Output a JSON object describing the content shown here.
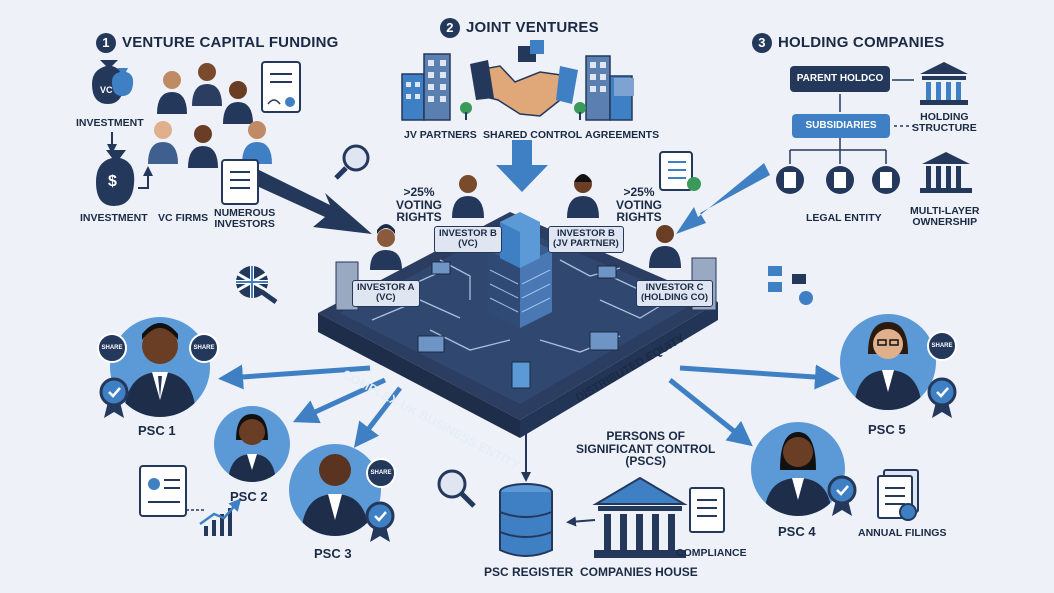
{
  "sections": {
    "vc": {
      "number": "1",
      "title": "VENTURE CAPITAL FUNDING"
    },
    "jv": {
      "number": "2",
      "title": "JOINT VENTURES"
    },
    "hc": {
      "number": "3",
      "title": "HOLDING COMPANIES"
    }
  },
  "vc_labels": {
    "investment_top": "INVESTMENT",
    "investment_bottom": "INVESTMENT",
    "vc_firms": "VC FIRMS",
    "numerous_investors": "NUMEROUS\nINVESTORS",
    "bag_text": "VC",
    "dollar": "$"
  },
  "jv_labels": {
    "partners": "JV PARTNERS",
    "shared_control": "SHARED CONTROL",
    "agreements": "AGREEMENTS"
  },
  "hc_labels": {
    "parent": "PARENT HOLDCO",
    "subsidiaries": "SUBSIDIARIES",
    "holding_structure": "HOLDING\nSTRUCTURE",
    "legal_entity": "LEGAL ENTITY",
    "multi_layer": "MULTI-LAYER\nOWNERSHIP"
  },
  "platform": {
    "entity_label": "COMPLEX UK BUSINESS ENTITY",
    "equity_label": "DISTRIBUTED EQUITY",
    "voting_left": ">25%\nVOTING\nRIGHTS",
    "voting_right": ">25%\nVOTING\nRIGHTS",
    "investor_a": "INVESTOR A\n(VC)",
    "investor_b_vc": "INVESTOR B\n(VC)",
    "investor_b_jv": "INVESTOR B\n(JV PARTNER)",
    "investor_c": "INVESTOR C\n(HOLDING CO)"
  },
  "psc": {
    "psc1": "PSC 1",
    "psc2": "PSC 2",
    "psc3": "PSC 3",
    "psc4": "PSC 4",
    "psc5": "PSC 5",
    "share": "SHARE",
    "persons_label": "PERSONS OF\nSIGNIFICANT CONTROL\n(PSCs)"
  },
  "bottom": {
    "psc_register": "PSC REGISTER",
    "companies_house": "COMPANIES HOUSE",
    "compliance": "COMPLIANCE",
    "annual_filings": "ANNUAL FILINGS"
  },
  "colors": {
    "navy": "#24385c",
    "blue": "#3f7fc4",
    "light_blue": "#5b9ad6",
    "bg": "#eef2f8",
    "platform": "#2b3d60"
  }
}
